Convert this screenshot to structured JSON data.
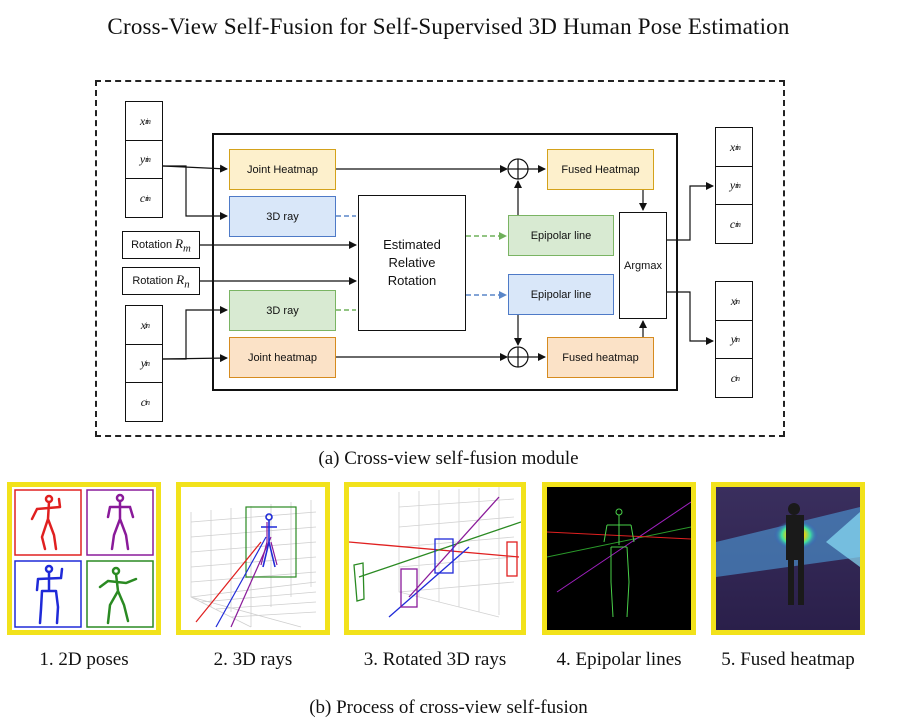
{
  "title": "Cross-View Self-Fusion for Self-Supervised 3D Human Pose Estimation",
  "module": {
    "caption": "(a) Cross-view self-fusion module",
    "left_top_stack": [
      {
        "base": "x",
        "sub": "m",
        "sup": "i"
      },
      {
        "base": "y",
        "sub": "m",
        "sup": "i"
      },
      {
        "base": "c",
        "sub": "m",
        "sup": "i"
      }
    ],
    "left_bottom_stack": [
      {
        "base": "x",
        "sub": "n",
        "sup": "i"
      },
      {
        "base": "y",
        "sub": "n",
        "sup": "i"
      },
      {
        "base": "c",
        "sub": "n",
        "sup": "i"
      }
    ],
    "right_top_stack": [
      {
        "base": "x",
        "sub": "m",
        "sup": "i"
      },
      {
        "base": "y",
        "sub": "m",
        "sup": "i"
      },
      {
        "base": "c",
        "sub": "m",
        "sup": "i"
      }
    ],
    "right_bottom_stack": [
      {
        "base": "x",
        "sub": "n",
        "sup": "i"
      },
      {
        "base": "y",
        "sub": "n",
        "sup": "i"
      },
      {
        "base": "c",
        "sub": "n",
        "sup": "i"
      }
    ],
    "rotation_m": {
      "label": "Rotation",
      "symbol": "Rm"
    },
    "rotation_n": {
      "label": "Rotation",
      "symbol": "Rn"
    },
    "joint_heatmap_top": "Joint Heatmap",
    "ray_top": "3D ray",
    "ray_bottom": "3D ray",
    "joint_heatmap_bottom": "Joint heatmap",
    "estimated_rotation": [
      "Estimated",
      "Relative",
      "Rotation"
    ],
    "epipolar_top": "Epipolar line",
    "epipolar_bottom": "Epipolar line",
    "fused_top": "Fused Heatmap",
    "fused_bottom": "Fused heatmap",
    "argmax": "Argmax"
  },
  "process": {
    "caption": "(b) Process of cross-view self-fusion",
    "steps": [
      "1. 2D poses",
      "2. 3D rays",
      "3. Rotated 3D rays",
      "4. Epipolar lines",
      "5. Fused heatmap"
    ]
  },
  "colors": {
    "panel_border": "#f2e21b",
    "pose_red": "#e02020",
    "pose_purple": "#8a1a9a",
    "pose_blue": "#1f2ad8",
    "pose_green": "#2a8a22",
    "dashed_link": "#5a86c8",
    "green_link": "#6fb05a"
  }
}
